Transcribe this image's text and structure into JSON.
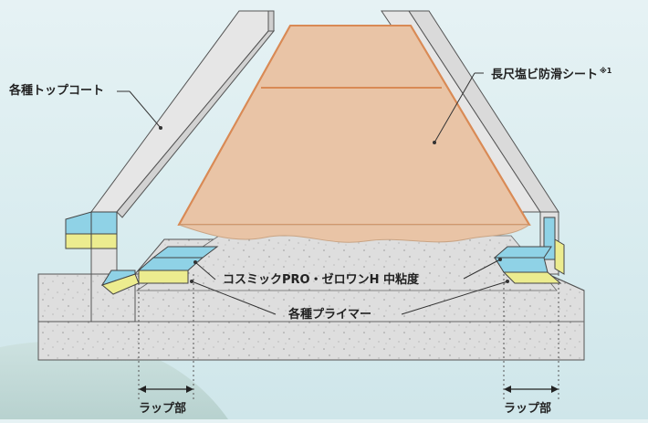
{
  "labels": {
    "topcoat": "各種トップコート",
    "sheet": "長尺塩ビ防滑シート",
    "sheet_note": "※1",
    "sealant": "コスミックPRO・ゼロワンH 中粘度",
    "primer": "各種プライマー",
    "lap_left": "ラップ部",
    "lap_right": "ラップ部"
  },
  "colors": {
    "sheet_fill": "#e9c4a6",
    "sheet_edge": "#d98a55",
    "wall": "#e2e2e2",
    "concrete": "#d7d7d7",
    "sealant_layer": "#8fd2e6",
    "primer_layer": "#ecec8f"
  }
}
